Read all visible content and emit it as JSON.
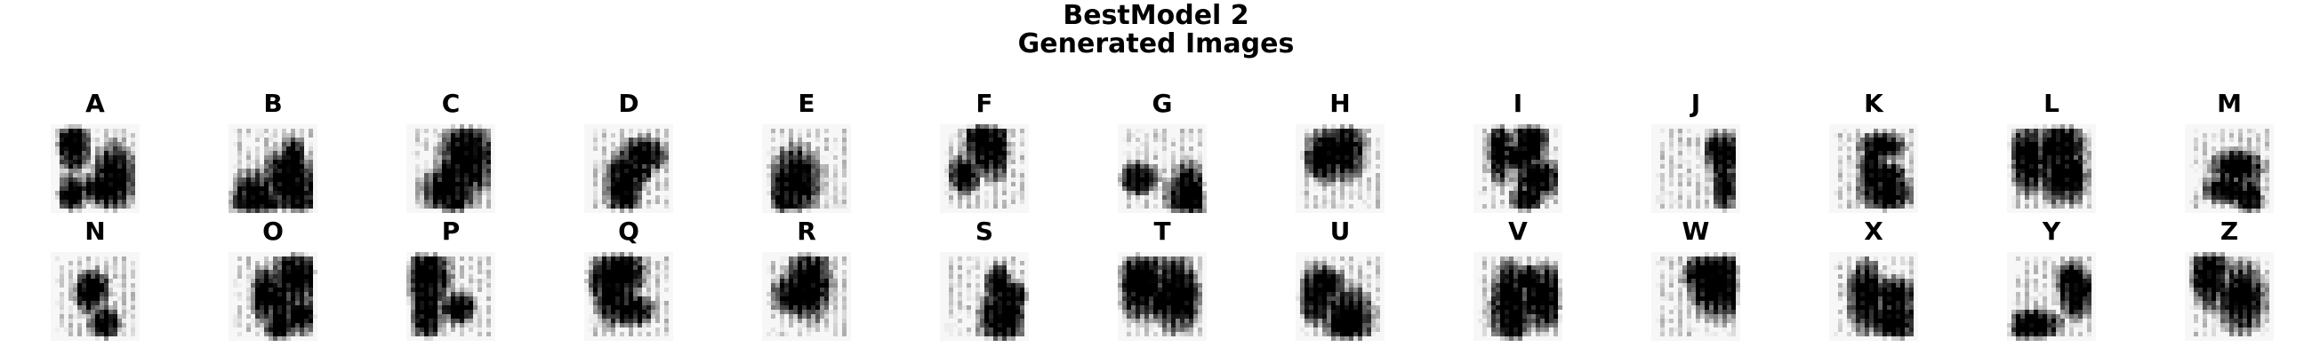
{
  "figure": {
    "title_line1": "BestModel 2",
    "title_line2": "Generated Images"
  },
  "rows": [
    [
      "A",
      "B",
      "C",
      "D",
      "E",
      "F",
      "G",
      "H",
      "I",
      "J",
      "K",
      "L",
      "M"
    ],
    [
      "N",
      "O",
      "P",
      "Q",
      "R",
      "S",
      "T",
      "U",
      "V",
      "W",
      "X",
      "Y",
      "Z"
    ]
  ],
  "colors": {
    "ink": "#000000",
    "background": "#ffffff",
    "tile_background": "#f7f7f7"
  }
}
